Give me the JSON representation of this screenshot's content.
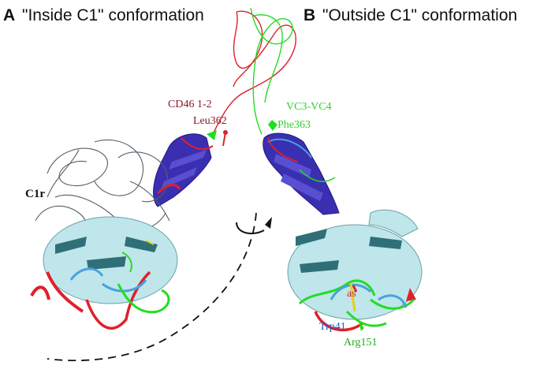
{
  "panels": [
    {
      "letter": "A",
      "title": "\"Inside C1\" conformation"
    },
    {
      "letter": "B",
      "title": "\"Outside C1\" conformation"
    }
  ],
  "labels": {
    "cd46": "CD46 1-2",
    "leu362": "Leu362",
    "vc3vc4": "VC3-VC4",
    "phe363": "Phe363",
    "c1r": "C1r",
    "trp41": "Trp41",
    "arg151": "Arg151",
    "asp": "as"
  },
  "colors": {
    "red_chain": "#e0202a",
    "green_chain": "#22dd22",
    "blue_domain": "#3a2fb0",
    "light_blue_domain": "#4aa0e0",
    "cyan_domain": "#bfe6ea",
    "teal_domain": "#2f6f78",
    "gray_coil": "#555f66",
    "cd46_label": "#8a1a2a",
    "vc_label": "#33cc33",
    "trp_label": "#2060c0",
    "arg_label": "#22aa22"
  }
}
